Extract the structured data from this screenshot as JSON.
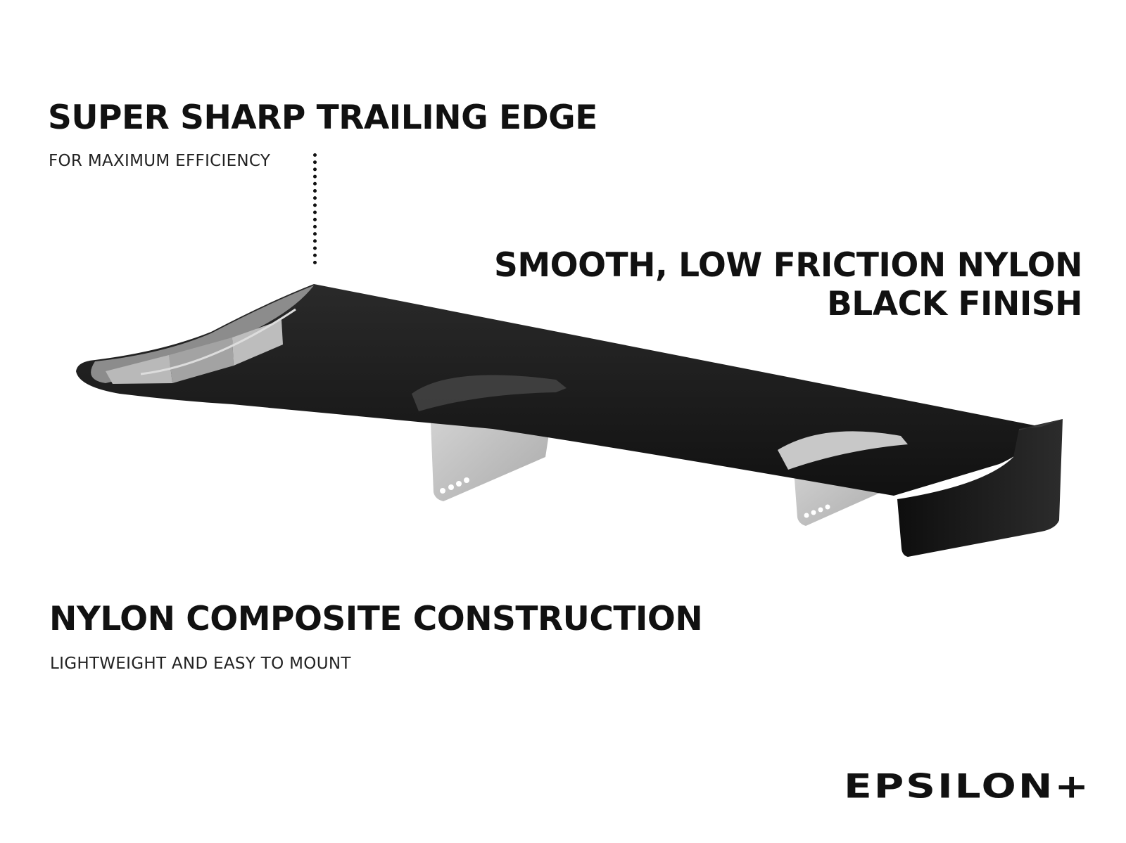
{
  "callouts": {
    "trailing_edge": {
      "title": "SUPER SHARP TRAILING EDGE",
      "subtitle": "FOR MAXIMUM EFFICIENCY"
    },
    "finish": {
      "title_line_1": "SMOOTH, LOW FRICTION NYLON",
      "title_line_2": "BLACK FINISH"
    },
    "construction": {
      "title": "NYLON COMPOSITE CONSTRUCTION",
      "subtitle": "LIGHTWEIGHT AND EASY TO MOUNT"
    }
  },
  "brand": {
    "logo_text": "EPSILON+"
  },
  "colors": {
    "background": "#ffffff",
    "text": "#111111",
    "wing": "#161616",
    "bracket": "#c9c9c9"
  }
}
